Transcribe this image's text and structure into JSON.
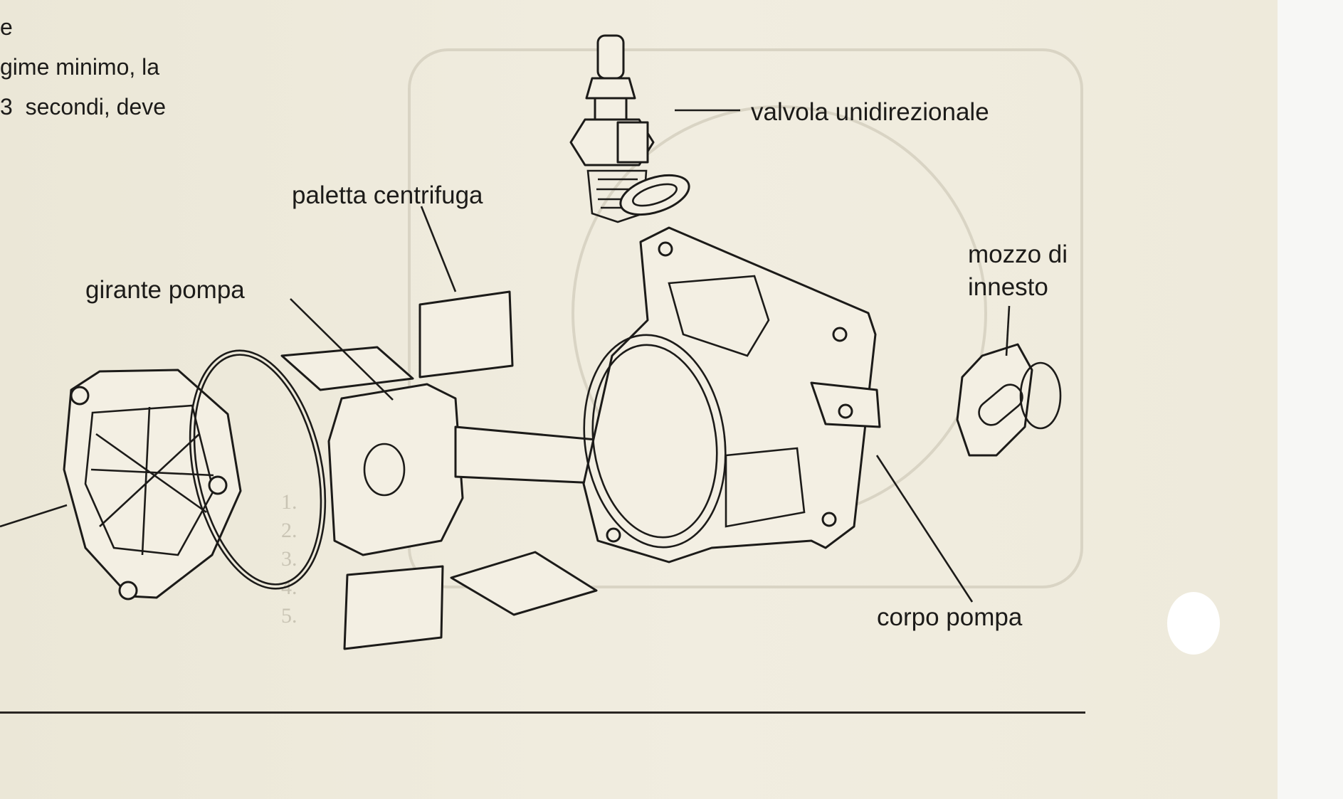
{
  "intro": {
    "lines": [
      "e",
      "gime minimo, la",
      "3  secondi, deve"
    ]
  },
  "labels": {
    "valvola": "valvola unidirezionale",
    "paletta": "paletta centrifuga",
    "girante": "girante pompa",
    "mozzo_line1": "mozzo di",
    "mozzo_line2": "innesto",
    "corpo": "corpo pompa"
  },
  "colors": {
    "paper": "#efebdd",
    "ink": "#1c1b19",
    "rule": "#2a2623",
    "strip": "#f7f7f5"
  }
}
